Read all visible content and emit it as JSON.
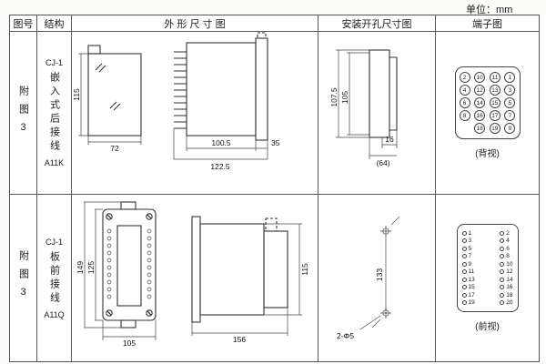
{
  "unit_label": "单位：mm",
  "table": {
    "headers": {
      "fig_no": "图号",
      "structure": "结构",
      "outline": "外 形 尺 寸 图",
      "mounting": "安装开孔尺寸图",
      "terminal": "端子图"
    },
    "rows": [
      {
        "fig_no": "附图3",
        "structure_top": "CJ-1",
        "structure_mid": "嵌入式后接线",
        "structure_bottom": "A11K",
        "outline": {
          "front_h": "115",
          "front_w": "72",
          "side_w1": "100.5",
          "side_w3": "35",
          "side_w2": "122.5"
        },
        "mounting": {
          "h1": "107.5",
          "h2": "105",
          "w1": "16",
          "w2": "(64)"
        },
        "terminal": {
          "label": "(背视)",
          "rows": [
            [
              "2",
              "10",
              "11",
              "1"
            ],
            [
              "4",
              "12",
              "13",
              "3"
            ],
            [
              "6",
              "14",
              "15",
              "5"
            ],
            [
              "8",
              "16",
              "17",
              "7"
            ],
            [
              "",
              "18",
              "19",
              "9"
            ]
          ]
        }
      },
      {
        "fig_no": "附图3",
        "structure_top": "CJ-1",
        "structure_mid": "板前接线",
        "structure_bottom": "A11Q",
        "outline": {
          "front_h1": "149",
          "front_h2": "125",
          "front_w": "105",
          "side_w": "156",
          "side_h": "115"
        },
        "mounting": {
          "h": "133",
          "holes": "2-Φ5"
        },
        "terminal": {
          "label": "(前视)",
          "left": [
            "1",
            "3",
            "5",
            "7",
            "9",
            "11",
            "13",
            "15",
            "17",
            "19"
          ],
          "right": [
            "2",
            "4",
            "6",
            "8",
            "10",
            "12",
            "14",
            "16",
            "18",
            "20"
          ]
        }
      }
    ]
  }
}
